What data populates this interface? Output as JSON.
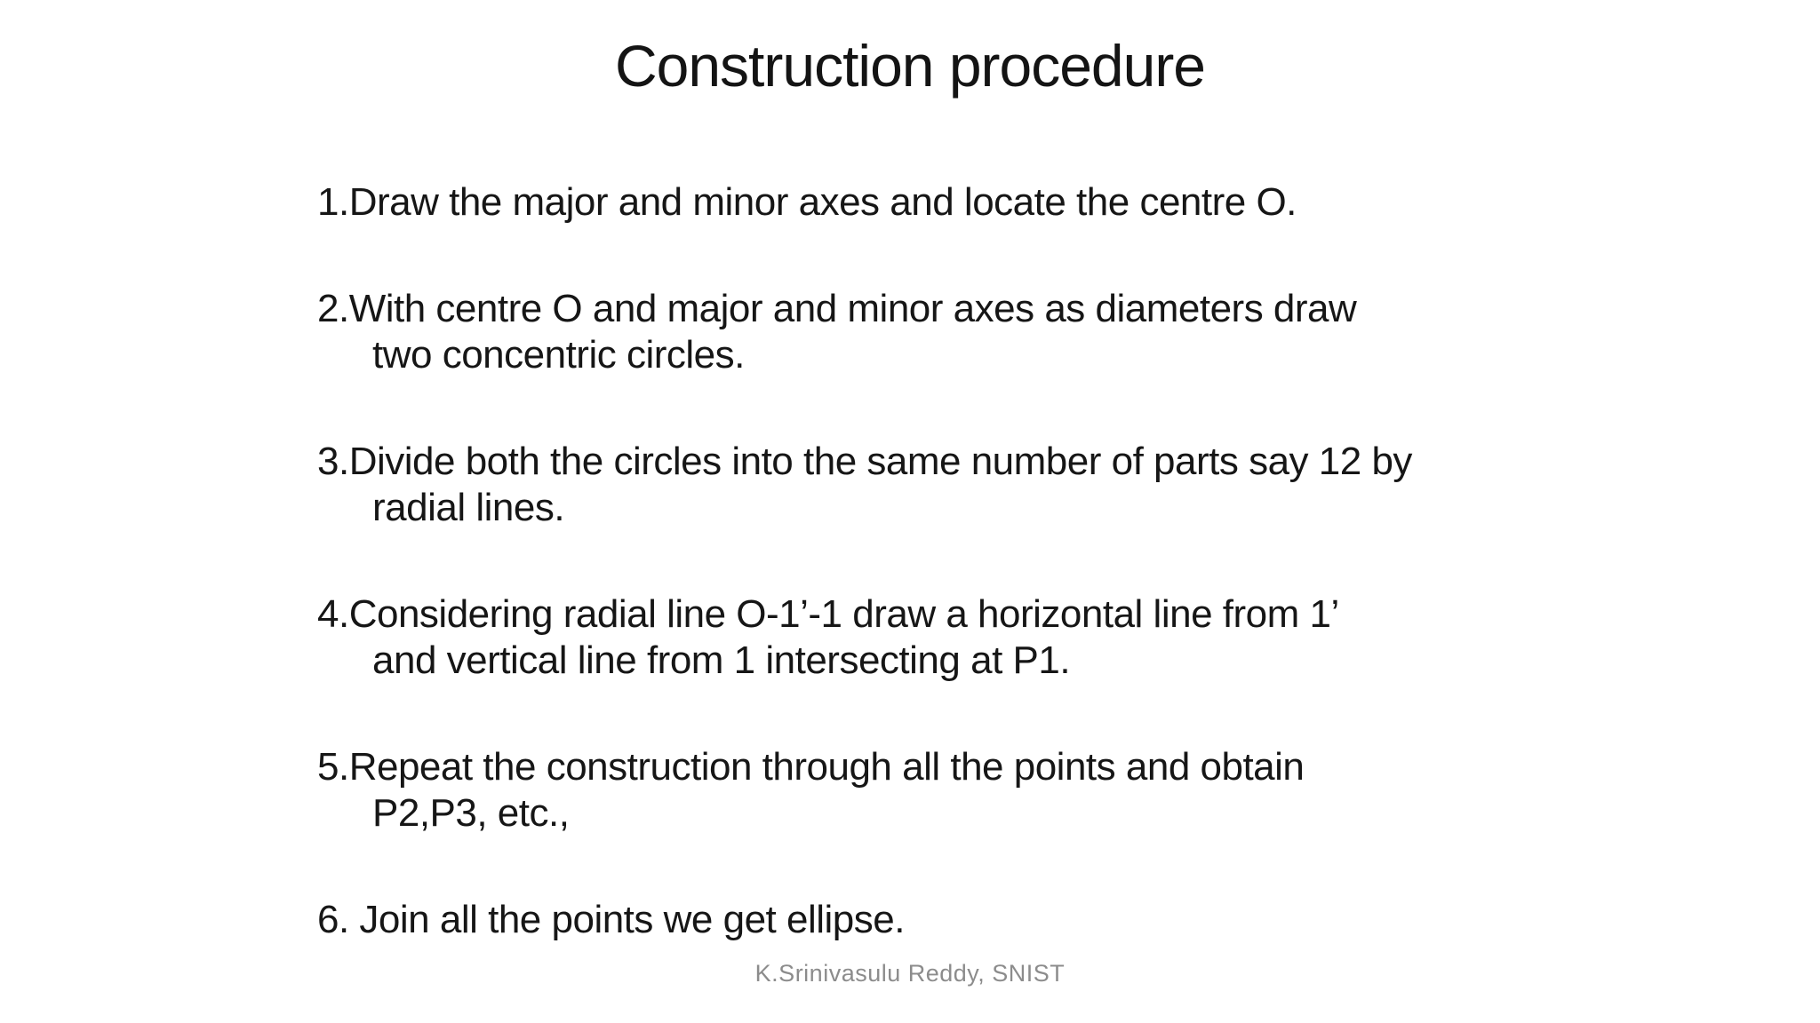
{
  "slide": {
    "title": "Construction procedure",
    "steps": [
      {
        "lines": [
          "1.Draw the major and minor axes and locate the centre O."
        ]
      },
      {
        "lines": [
          "2.With centre O and major and minor axes as diameters draw",
          "two concentric circles."
        ]
      },
      {
        "lines": [
          "3.Divide both the circles into the same number of parts say 12 by",
          "radial lines."
        ]
      },
      {
        "lines": [
          "4.Considering radial line O-1’-1 draw a horizontal line from 1’",
          "and vertical line from 1 intersecting at P1."
        ]
      },
      {
        "lines": [
          "5.Repeat the construction through all the points and obtain",
          "P2,P3, etc.,"
        ]
      },
      {
        "lines": [
          "6. Join all the points we get ellipse."
        ]
      }
    ],
    "footer": "K.Srinivasulu Reddy, SNIST"
  },
  "colors": {
    "background": "#ffffff",
    "body_text": "#161616",
    "footer_text": "#8c8c8c"
  }
}
